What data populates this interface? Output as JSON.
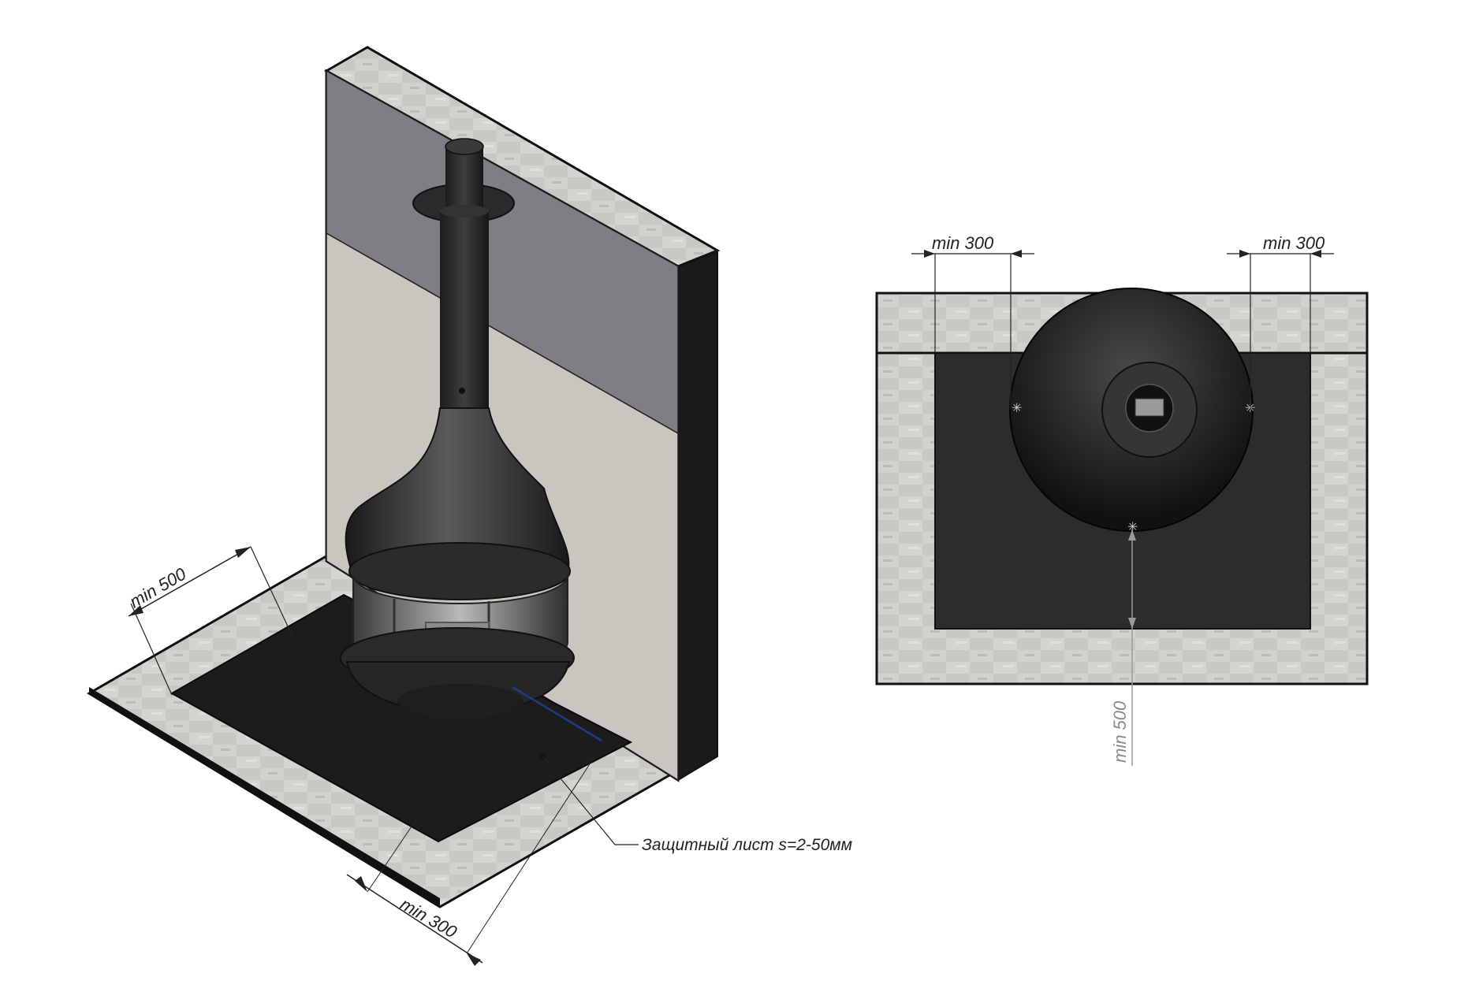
{
  "colors": {
    "background": "#ffffff",
    "tile": "#c9c7c2",
    "wall_panel": "#c8c6bf",
    "upper_wall": "#7f8186",
    "steel_sheet": "#1e1e1e",
    "stove_body": "#2a2a2a",
    "outline": "#111111",
    "dim_line": "#222222",
    "dim_line_grey": "#9a9a9a",
    "highlight": "#1f3a8a"
  },
  "isometric_view": {
    "dim_depth": "min 500",
    "dim_side": "min 300",
    "callout_label": "Защитный лист s=2-50мм"
  },
  "plan_view": {
    "dim_left": "min 300",
    "dim_right": "min 300",
    "dim_front": "min 500"
  }
}
